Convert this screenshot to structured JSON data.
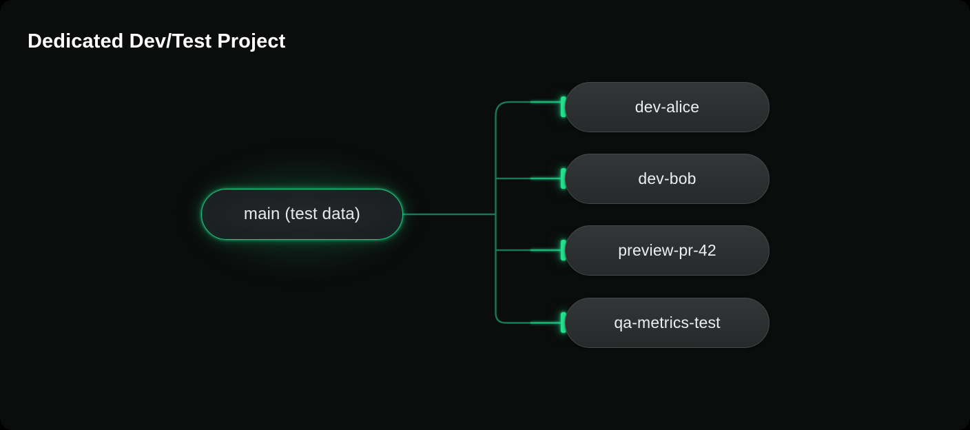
{
  "page": {
    "title": "Dedicated Dev/Test Project",
    "background_color": "#0b0c0c",
    "accent_color": "#21c77f",
    "line_color": "#15795a",
    "port_glow_color": "#23e08c",
    "node_fill_color": "#2c2f30",
    "node_border_color": "#45484a",
    "text_color": "#ecedee"
  },
  "diagram": {
    "type": "tree",
    "orientation": "left-to-right",
    "root": {
      "label": "main (test data)",
      "highlighted": true
    },
    "children": [
      {
        "label": "dev-alice"
      },
      {
        "label": "dev-bob"
      },
      {
        "label": "preview-pr-42"
      },
      {
        "label": "qa-metrics-test"
      }
    ]
  }
}
